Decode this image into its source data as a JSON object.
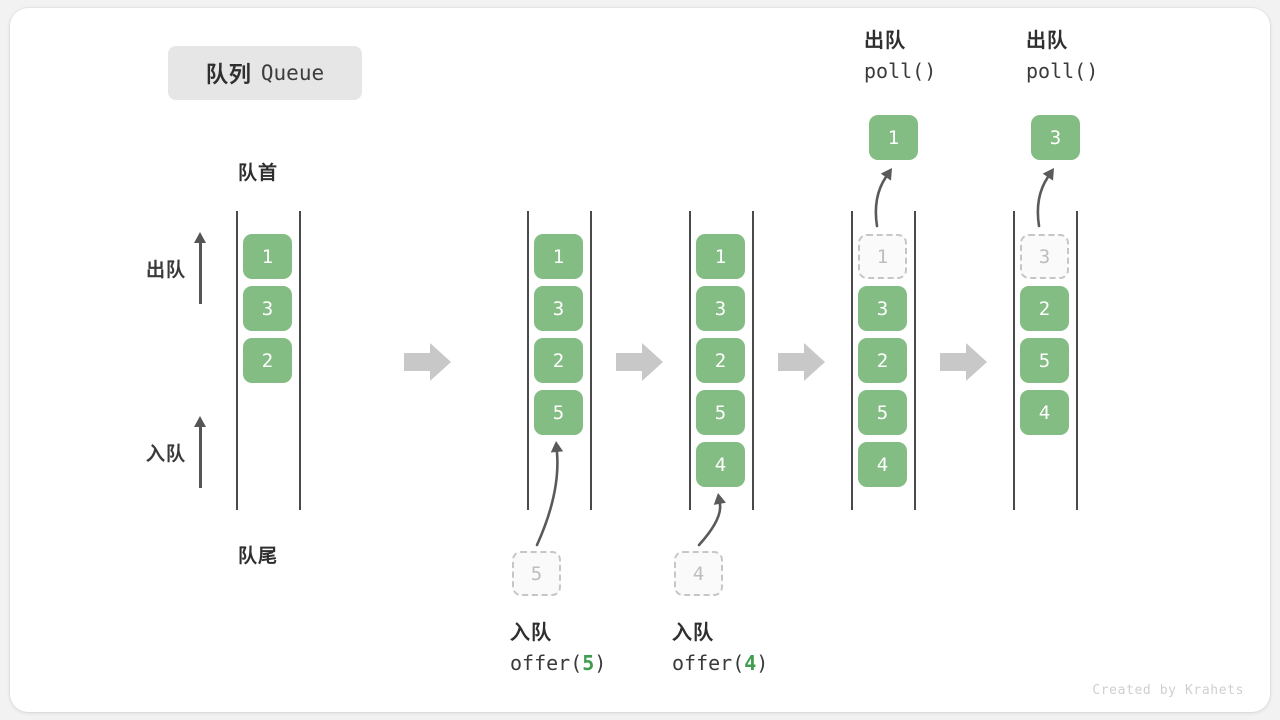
{
  "title": {
    "cn": "队列",
    "en": "Queue"
  },
  "captions": {
    "head": "队首",
    "tail": "队尾"
  },
  "side_ops": [
    {
      "label": "出队",
      "name": "dequeue"
    },
    {
      "label": "入队",
      "name": "enqueue"
    }
  ],
  "colors": {
    "element": "#84bd84",
    "ghost_border": "#c6c6c6",
    "ghost_text": "#bdbdbd",
    "rail": "#4a4a4a",
    "arrow": "#5a5a5a",
    "transition_arrow": "#c8c8c8",
    "accent_number": "#3f9d50",
    "chip_bg": "#e6e6e6",
    "card_bg": "#ffffff",
    "page_bg": "#f2f2f2"
  },
  "columns": [
    {
      "id": "initial",
      "items": [
        "1",
        "3",
        "2"
      ],
      "ghost_index": null,
      "incoming": null,
      "popped": null,
      "caption_top": null,
      "caption_bottom": null
    },
    {
      "id": "after-offer-5",
      "items": [
        "1",
        "3",
        "2",
        "5"
      ],
      "ghost_index": null,
      "incoming": "5",
      "popped": null,
      "caption_top": null,
      "caption_bottom": {
        "line1": "入队",
        "op": "offer(",
        "num": "5",
        "close": ")"
      }
    },
    {
      "id": "after-offer-4",
      "items": [
        "1",
        "3",
        "2",
        "5",
        "4"
      ],
      "ghost_index": null,
      "incoming": "4",
      "popped": null,
      "caption_top": null,
      "caption_bottom": {
        "line1": "入队",
        "op": "offer(",
        "num": "4",
        "close": ")"
      }
    },
    {
      "id": "poll-1",
      "items": [
        "1",
        "3",
        "2",
        "5",
        "4"
      ],
      "ghost_index": 0,
      "incoming": null,
      "popped": "1",
      "caption_top": {
        "line1": "出队",
        "line2": "poll()"
      },
      "caption_bottom": null
    },
    {
      "id": "poll-3",
      "items": [
        "3",
        "2",
        "5",
        "4"
      ],
      "ghost_index": 0,
      "incoming": null,
      "popped": "3",
      "caption_top": {
        "line1": "出队",
        "line2": "poll()"
      },
      "caption_bottom": null
    }
  ],
  "transitions": [
    "step-arrow-1",
    "step-arrow-2",
    "step-arrow-3",
    "step-arrow-4"
  ],
  "credit": "Created by Krahets"
}
